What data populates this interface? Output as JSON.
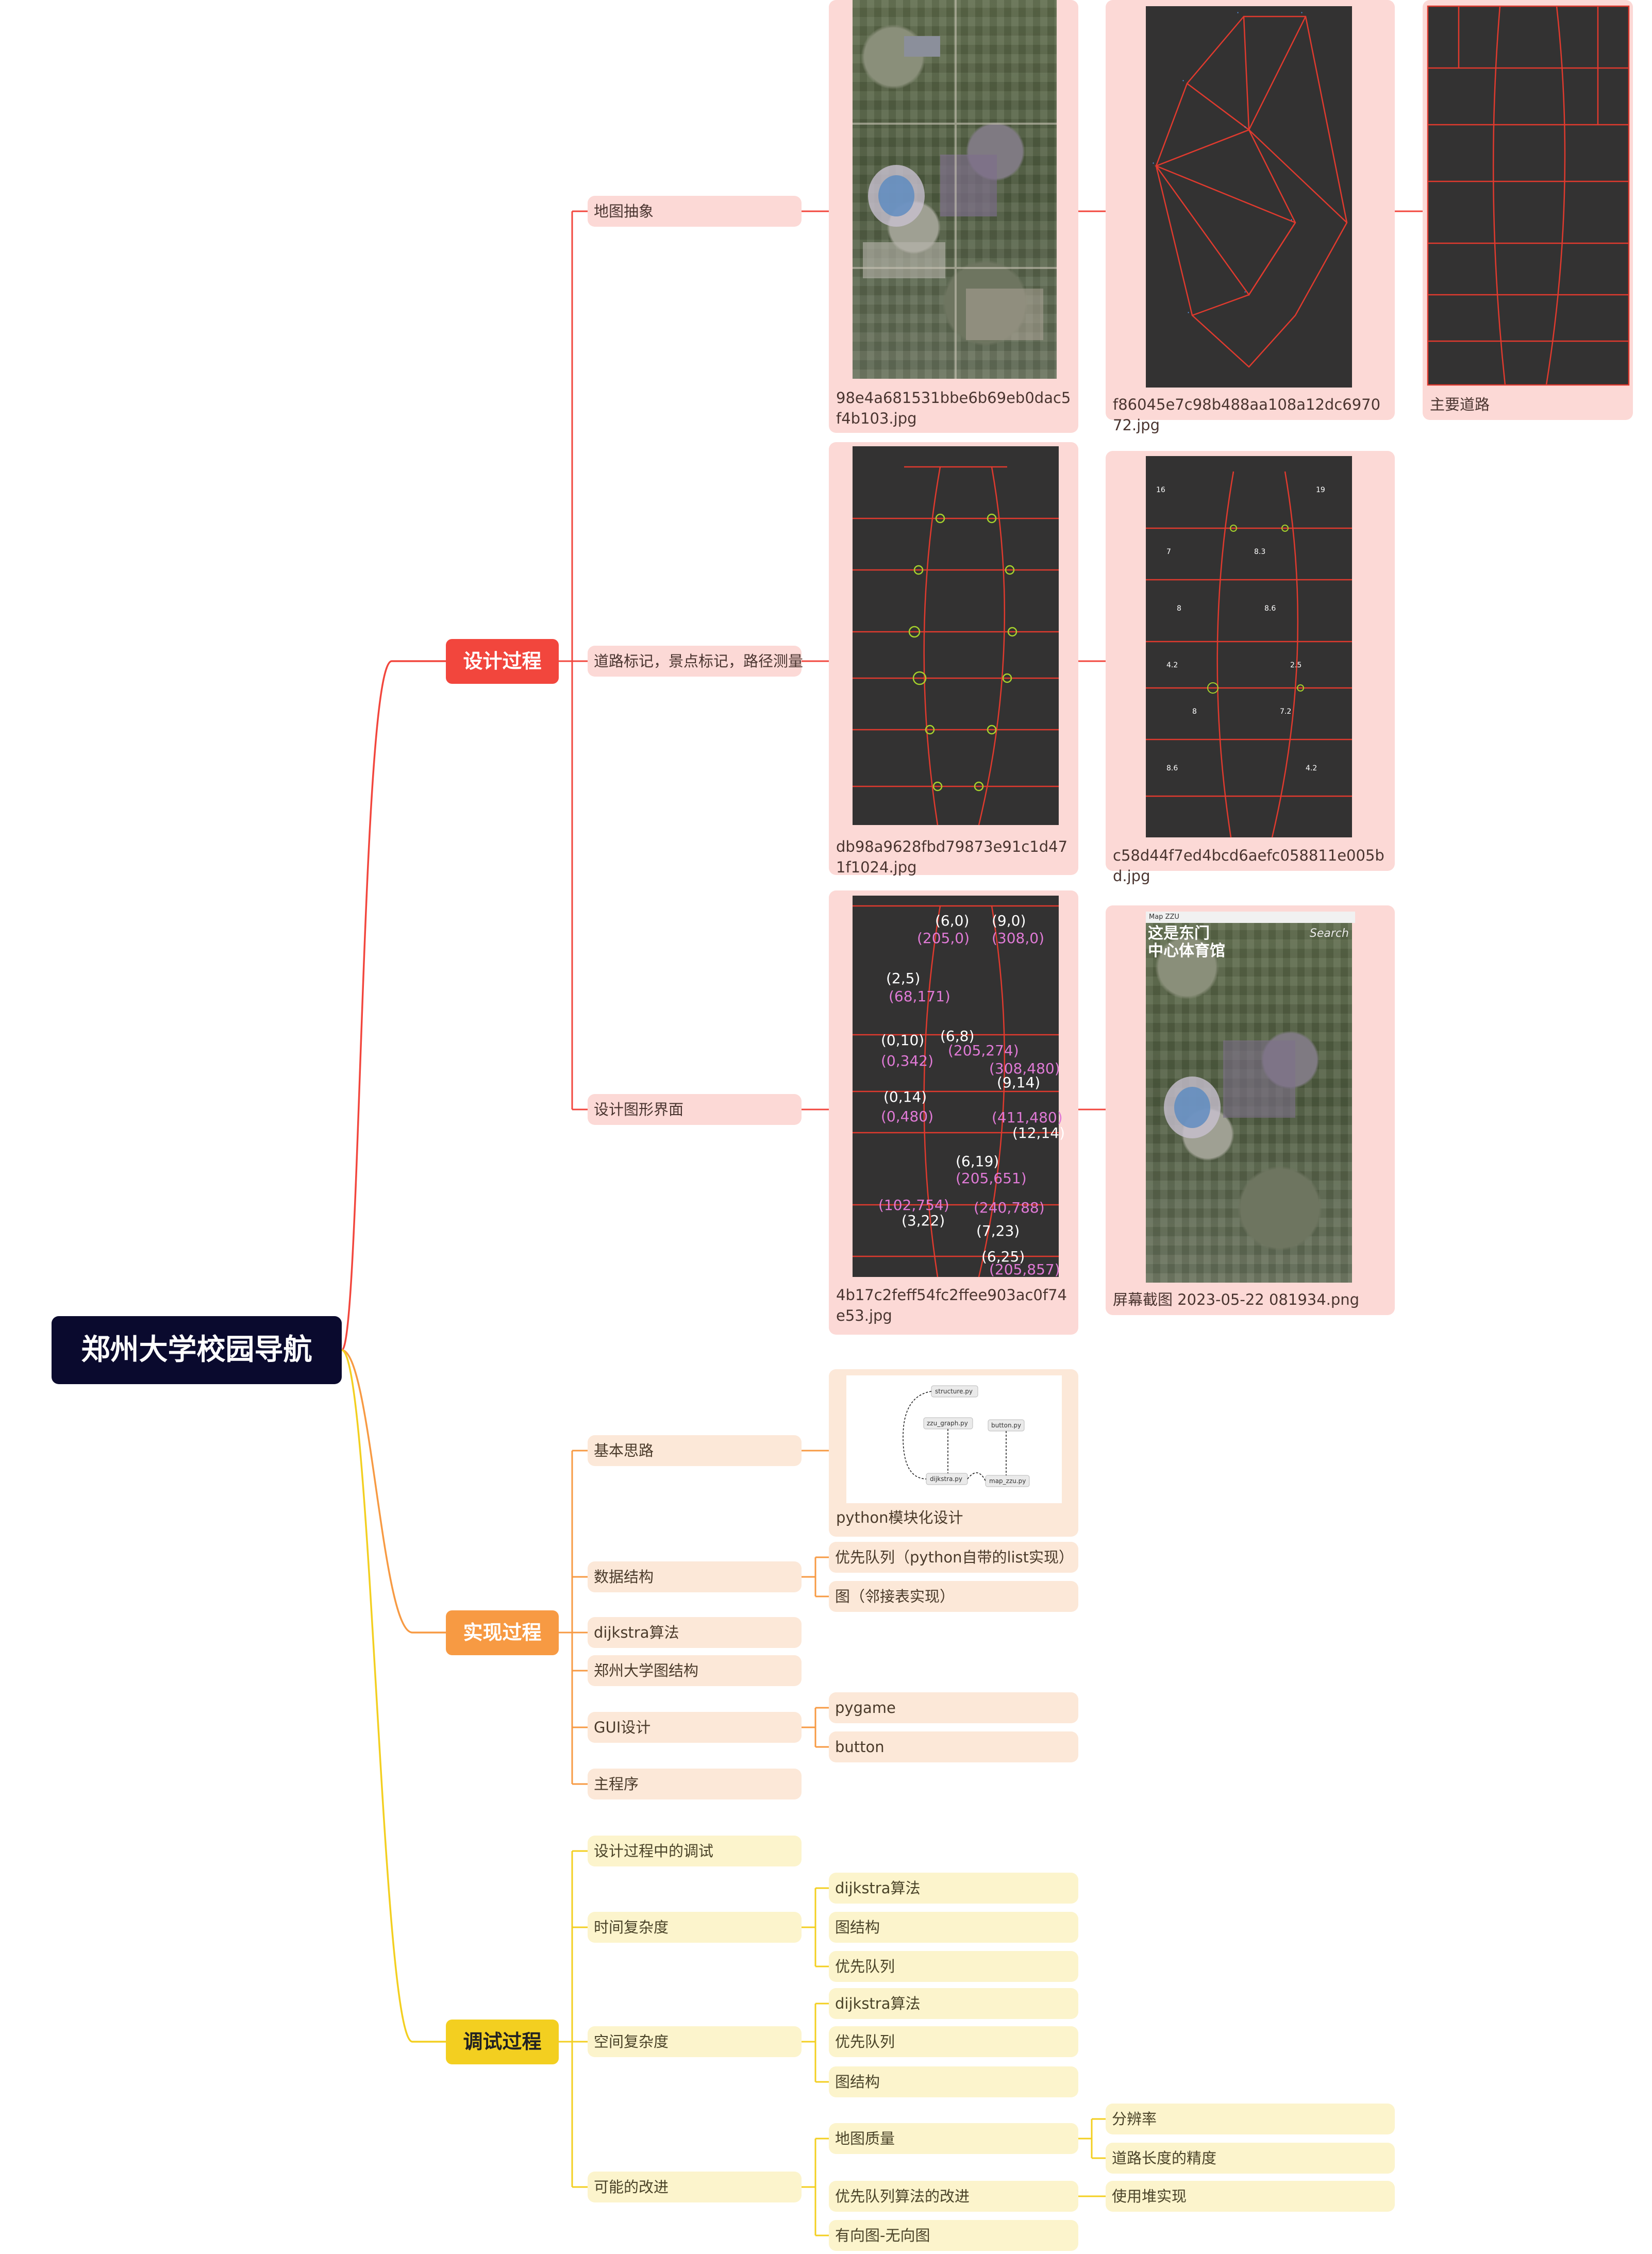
{
  "root": "郑州大学校园导航",
  "colors": {
    "red": "#f2463d",
    "orange": "#f79a43",
    "yellow": "#f3cf20",
    "root": "#0a0a2e"
  },
  "design": {
    "label": "设计过程",
    "n1": "地图抽象",
    "n2": "道路标记，景点标记，路径测量",
    "n3": "设计图形界面",
    "img1": "98e4a681531bbe6b69eb0dac5f4b103.jpg",
    "img2": "f86045e7c98b488aa108a12dc697072.jpg",
    "img3": "主要道路",
    "img4": "db98a9628fbd79873e91c1d471f1024.jpg",
    "img5": "c58d44f7ed4bcd6aefc058811e005bd.jpg",
    "img6": "4b17c2feff54fc2ffee903ac0f74e53.jpg",
    "img7": "屏幕截图 2023-05-22 081934.png",
    "img7_title": "Map ZZU",
    "img7_overlay": "这是东门\n中心体育馆",
    "img7_search": "Search",
    "grid_coords": [
      "(6,0)",
      "(9,0)",
      "(205,0)",
      "(308,0)",
      "(2,5)",
      "(68,171)",
      "(0,10)",
      "(6,8)",
      "(0,342)",
      "(205,274)",
      "(308,480)",
      "(9,14)",
      "(0,14)",
      "(0,480)",
      "(411,480)",
      "(12,14)",
      "(6,19)",
      "(205,651)",
      "(102,754)",
      "(3,22)",
      "(240,788)",
      "(7,23)",
      "(6,25)",
      "(205,857)"
    ]
  },
  "impl": {
    "label": "实现过程",
    "n1": "基本思路",
    "n1_img": "python模块化设计",
    "n1_modules": [
      "structure.py",
      "zzu_graph.py",
      "button.py",
      "dijkstra.py",
      "map_zzu.py"
    ],
    "n2": "数据结构",
    "n2_a": "优先队列（python自带的list实现）",
    "n2_b": "图（邻接表实现）",
    "n3": "dijkstra算法",
    "n4": "郑州大学图结构",
    "n5": "GUI设计",
    "n5_a": "pygame",
    "n5_b": "button",
    "n6": "主程序"
  },
  "debug": {
    "label": "调试过程",
    "n1": "设计过程中的调试",
    "n2": "时间复杂度",
    "n2_a": "dijkstra算法",
    "n2_b": "图结构",
    "n2_c": "优先队列",
    "n3": "空间复杂度",
    "n3_a": "dijkstra算法",
    "n3_b": "优先队列",
    "n3_c": "图结构",
    "n4": "可能的改进",
    "n4_a": "地图质量",
    "n4_a1": "分辨率",
    "n4_a2": "道路长度的精度",
    "n4_b": "优先队列算法的改进",
    "n4_b1": "使用堆实现",
    "n4_c": "有向图-无向图"
  }
}
